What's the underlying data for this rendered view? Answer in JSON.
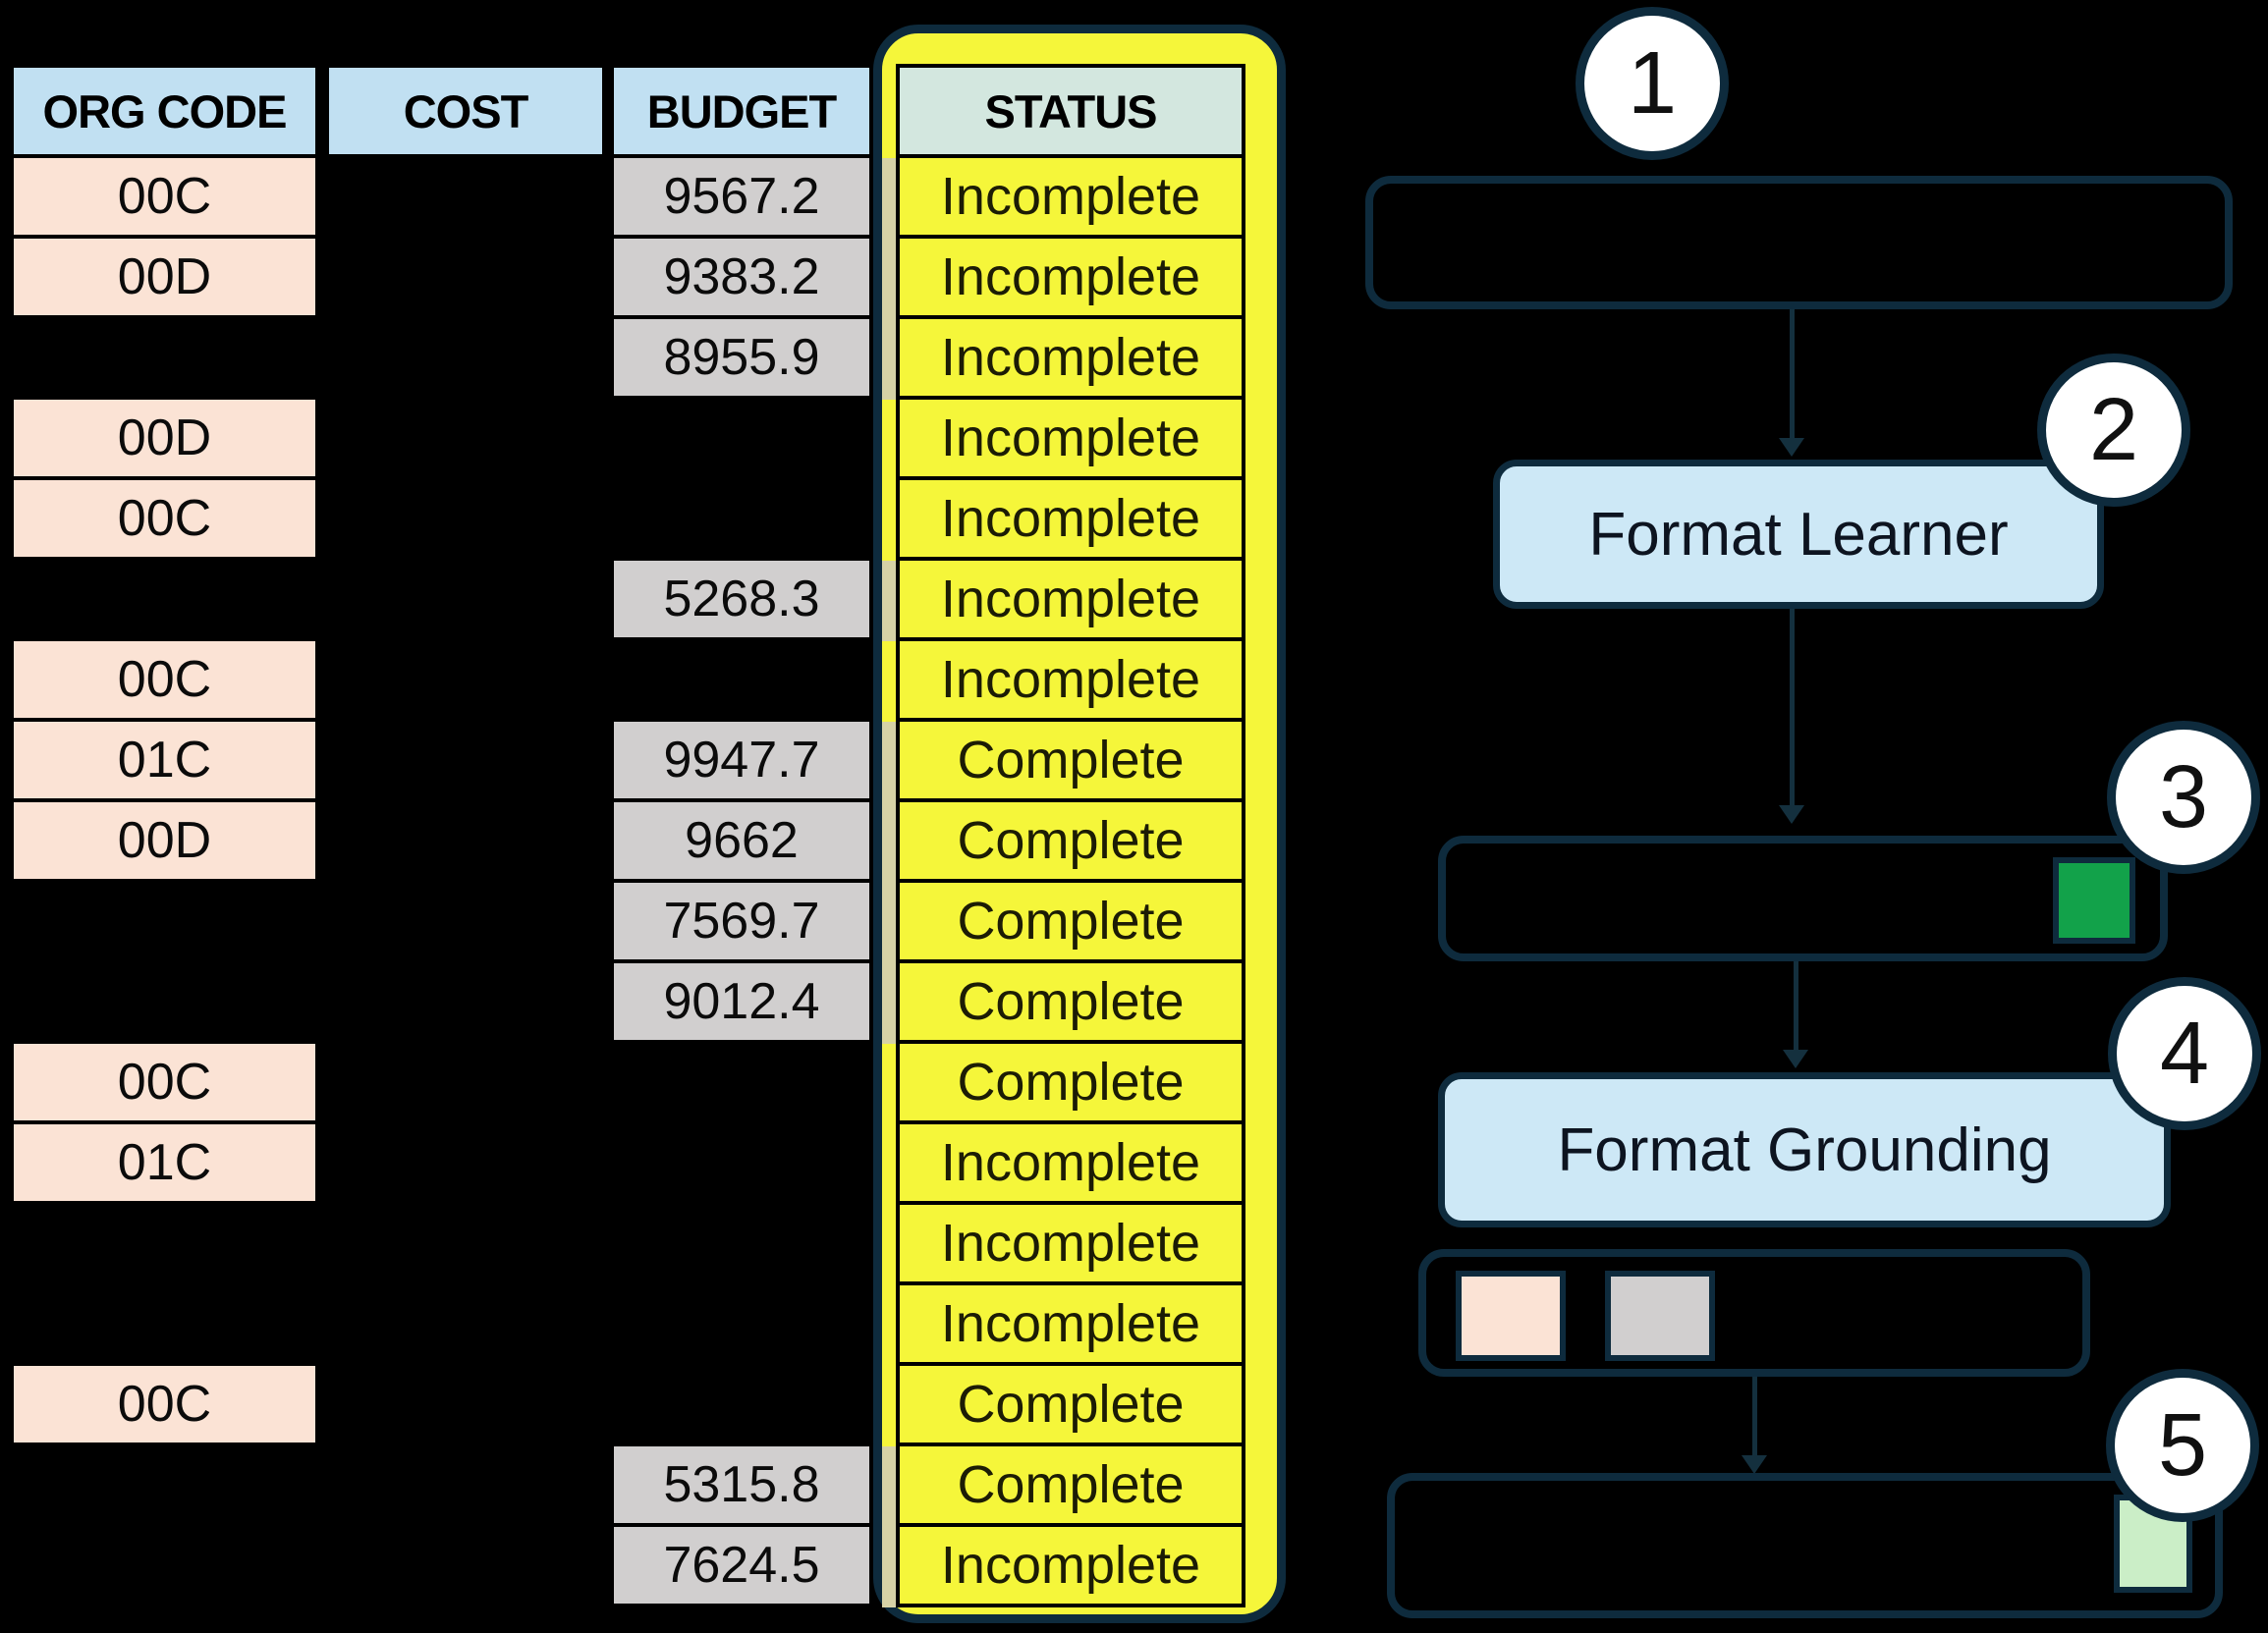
{
  "table": {
    "headers": {
      "org": "ORG CODE",
      "cost": "COST",
      "budget": "BUDGET",
      "status": "STATUS"
    },
    "rows": [
      {
        "org": "00C",
        "cost": "",
        "budget": "9567.2",
        "status": "Incomplete"
      },
      {
        "org": "00D",
        "cost": "",
        "budget": "9383.2",
        "status": "Incomplete"
      },
      {
        "org": "",
        "cost": "",
        "budget": "8955.9",
        "status": "Incomplete"
      },
      {
        "org": "00D",
        "cost": "",
        "budget": "",
        "status": "Incomplete"
      },
      {
        "org": "00C",
        "cost": "",
        "budget": "",
        "status": "Incomplete"
      },
      {
        "org": "",
        "cost": "",
        "budget": "5268.3",
        "status": "Incomplete"
      },
      {
        "org": "00C",
        "cost": "",
        "budget": "",
        "status": "Incomplete"
      },
      {
        "org": "01C",
        "cost": "",
        "budget": "9947.7",
        "status": "Complete"
      },
      {
        "org": "00D",
        "cost": "",
        "budget": "9662",
        "status": "Complete"
      },
      {
        "org": "",
        "cost": "",
        "budget": "7569.7",
        "status": "Complete"
      },
      {
        "org": "",
        "cost": "",
        "budget": "9012.4",
        "status": "Complete"
      },
      {
        "org": "00C",
        "cost": "",
        "budget": "",
        "status": "Complete"
      },
      {
        "org": "01C",
        "cost": "",
        "budget": "",
        "status": "Incomplete"
      },
      {
        "org": "",
        "cost": "",
        "budget": "",
        "status": "Incomplete"
      },
      {
        "org": "",
        "cost": "",
        "budget": "",
        "status": "Incomplete"
      },
      {
        "org": "00C",
        "cost": "",
        "budget": "",
        "status": "Complete"
      },
      {
        "org": "",
        "cost": "",
        "budget": "5315.8",
        "status": "Complete"
      },
      {
        "org": "",
        "cost": "",
        "budget": "7624.5",
        "status": "Incomplete"
      }
    ]
  },
  "steps": [
    {
      "number": "1",
      "label": ""
    },
    {
      "number": "2",
      "label": "Format Learner"
    },
    {
      "number": "3",
      "label": ""
    },
    {
      "number": "4",
      "label": "Format Grounding"
    },
    {
      "number": "5",
      "label": ""
    }
  ],
  "colors": {
    "background": "#000000",
    "navy_border": "#0e2b3d",
    "header_blue": "#c1e0f2",
    "status_header_mint": "#d3e7df",
    "org_peach": "#fbe3d5",
    "budget_gray": "#d1cfcf",
    "status_yellow": "#f5f63a",
    "panel_yellow": "#f5f63a",
    "underlap_tan": "#d6d2a6",
    "step_box_blue": "#cde8f6",
    "swatch_green": "#12a24a",
    "swatch_light_green": "#cbeec7",
    "swatch_peach": "#fbe3d5",
    "swatch_gray": "#d1cfcf"
  }
}
